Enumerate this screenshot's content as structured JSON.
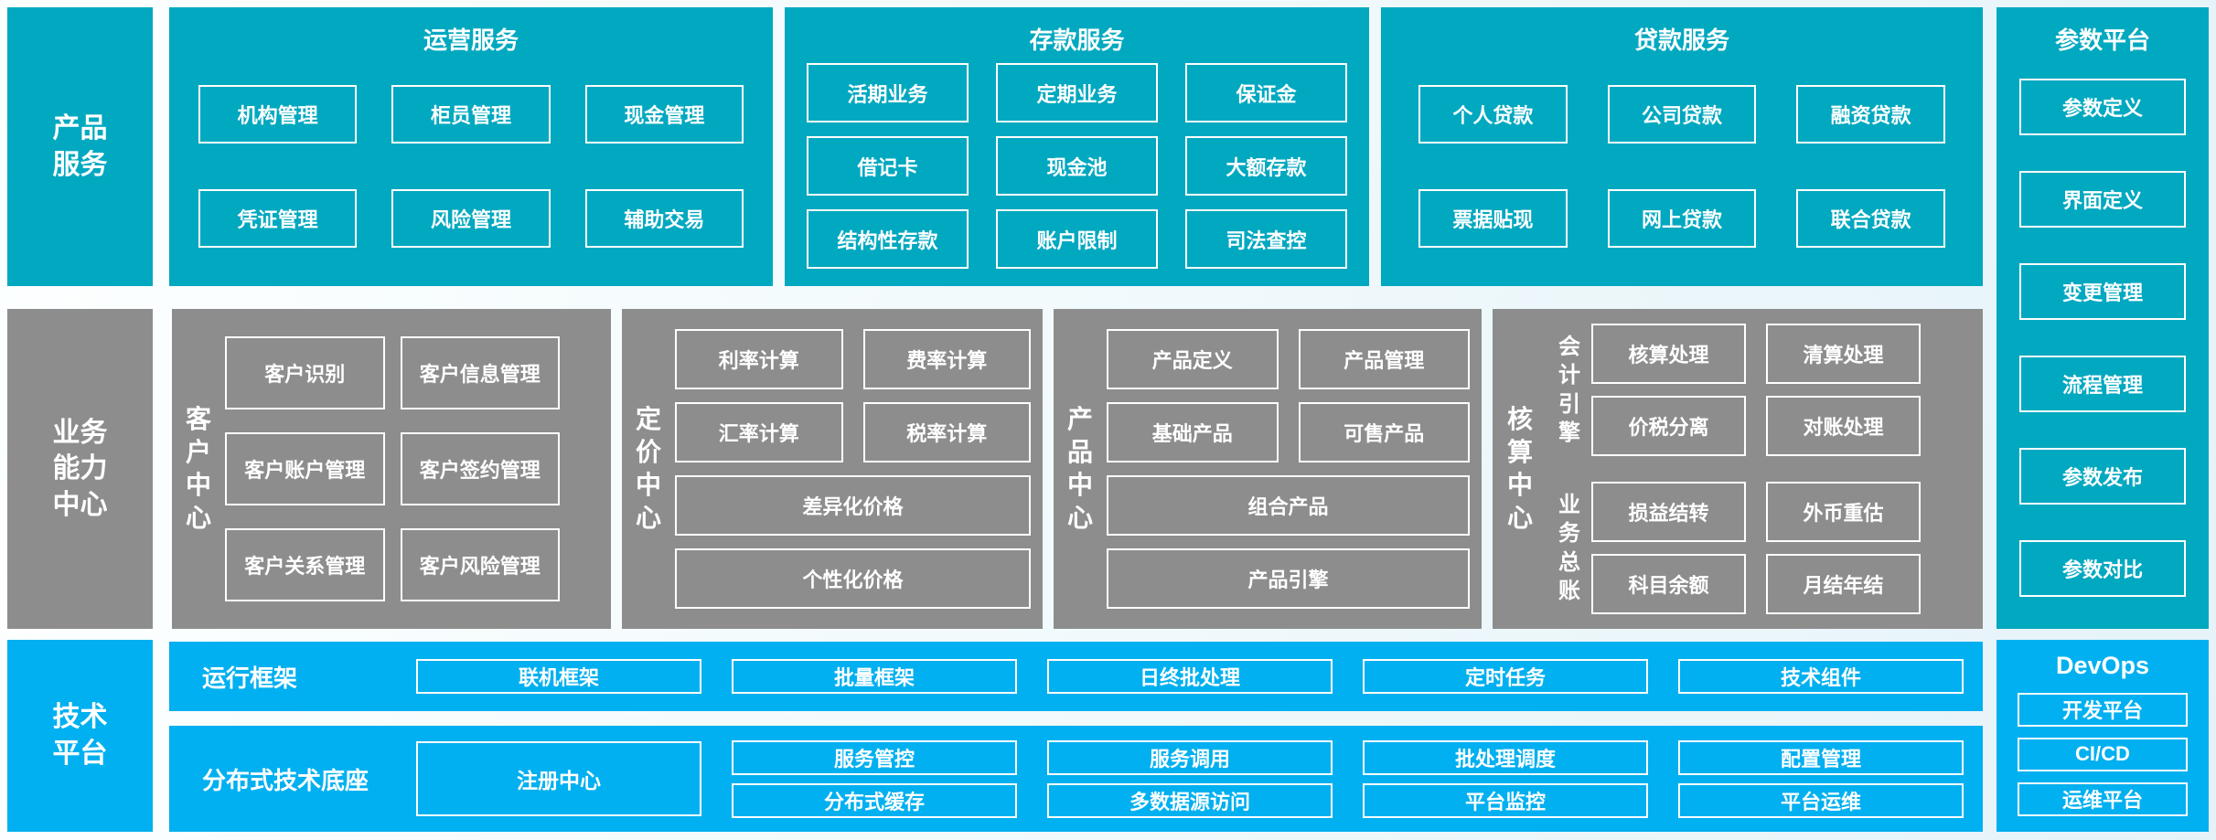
{
  "colors": {
    "teal": "#00a8c0",
    "gray": "#8d8d8d",
    "blue": "#00b0f0",
    "line": "#ffffff",
    "text": "#ffffff",
    "bg1": "#fdffff",
    "bg2": "#e5f3f9"
  },
  "top_band": {
    "side_label": "产品服务",
    "sections": [
      {
        "title": "运营服务",
        "boxes": [
          "机构管理",
          "柜员管理",
          "现金管理",
          "凭证管理",
          "风险管理",
          "辅助交易"
        ]
      },
      {
        "title": "存款服务",
        "boxes": [
          "活期业务",
          "定期业务",
          "保证金",
          "借记卡",
          "现金池",
          "大额存款",
          "结构性存款",
          "账户限制",
          "司法查控"
        ]
      },
      {
        "title": "贷款服务",
        "boxes": [
          "个人贷款",
          "公司贷款",
          "融资贷款",
          "票据贴现",
          "网上贷款",
          "联合贷款"
        ]
      }
    ]
  },
  "parameter_platform": {
    "title": "参数平台",
    "boxes": [
      "参数定义",
      "界面定义",
      "变更管理",
      "流程管理",
      "参数发布",
      "参数对比"
    ]
  },
  "business_band": {
    "side_label": "业务能力中心",
    "customer_center": {
      "label": "客户中心",
      "boxes": [
        "客户识别",
        "客户信息管理",
        "客户账户管理",
        "客户签约管理",
        "客户关系管理",
        "客户风险管理"
      ]
    },
    "pricing_center": {
      "label": "定价中心",
      "boxes": [
        "利率计算",
        "费率计算",
        "汇率计算",
        "税率计算"
      ],
      "wide_boxes": [
        "差异化价格",
        "个性化价格"
      ]
    },
    "product_center": {
      "label": "产品中心",
      "boxes": [
        "产品定义",
        "产品管理",
        "基础产品",
        "可售产品"
      ],
      "wide_boxes": [
        "组合产品",
        "产品引擎"
      ]
    },
    "accounting_center": {
      "label": "核算中心",
      "groups": [
        {
          "label": "会计引擎",
          "boxes": [
            "核算处理",
            "清算处理",
            "价税分离",
            "对账处理"
          ]
        },
        {
          "label": "业务总账",
          "boxes": [
            "损益结转",
            "外币重估",
            "科目余额",
            "月结年结"
          ]
        }
      ]
    }
  },
  "tech_band": {
    "side_label": "技术平台",
    "runtime_row": {
      "label": "运行框架",
      "boxes": [
        "联机框架",
        "批量框架",
        "日终批处理",
        "定时任务",
        "技术组件"
      ]
    },
    "distributed_row": {
      "label": "分布式技术底座",
      "registry_box": "注册中心",
      "row1": [
        "服务管控",
        "服务调用",
        "批处理调度",
        "配置管理"
      ],
      "row2": [
        "分布式缓存",
        "多数据源访问",
        "平台监控",
        "平台运维"
      ]
    }
  },
  "devops": {
    "title": "DevOps",
    "boxes": [
      "开发平台",
      "CI/CD",
      "运维平台"
    ]
  }
}
